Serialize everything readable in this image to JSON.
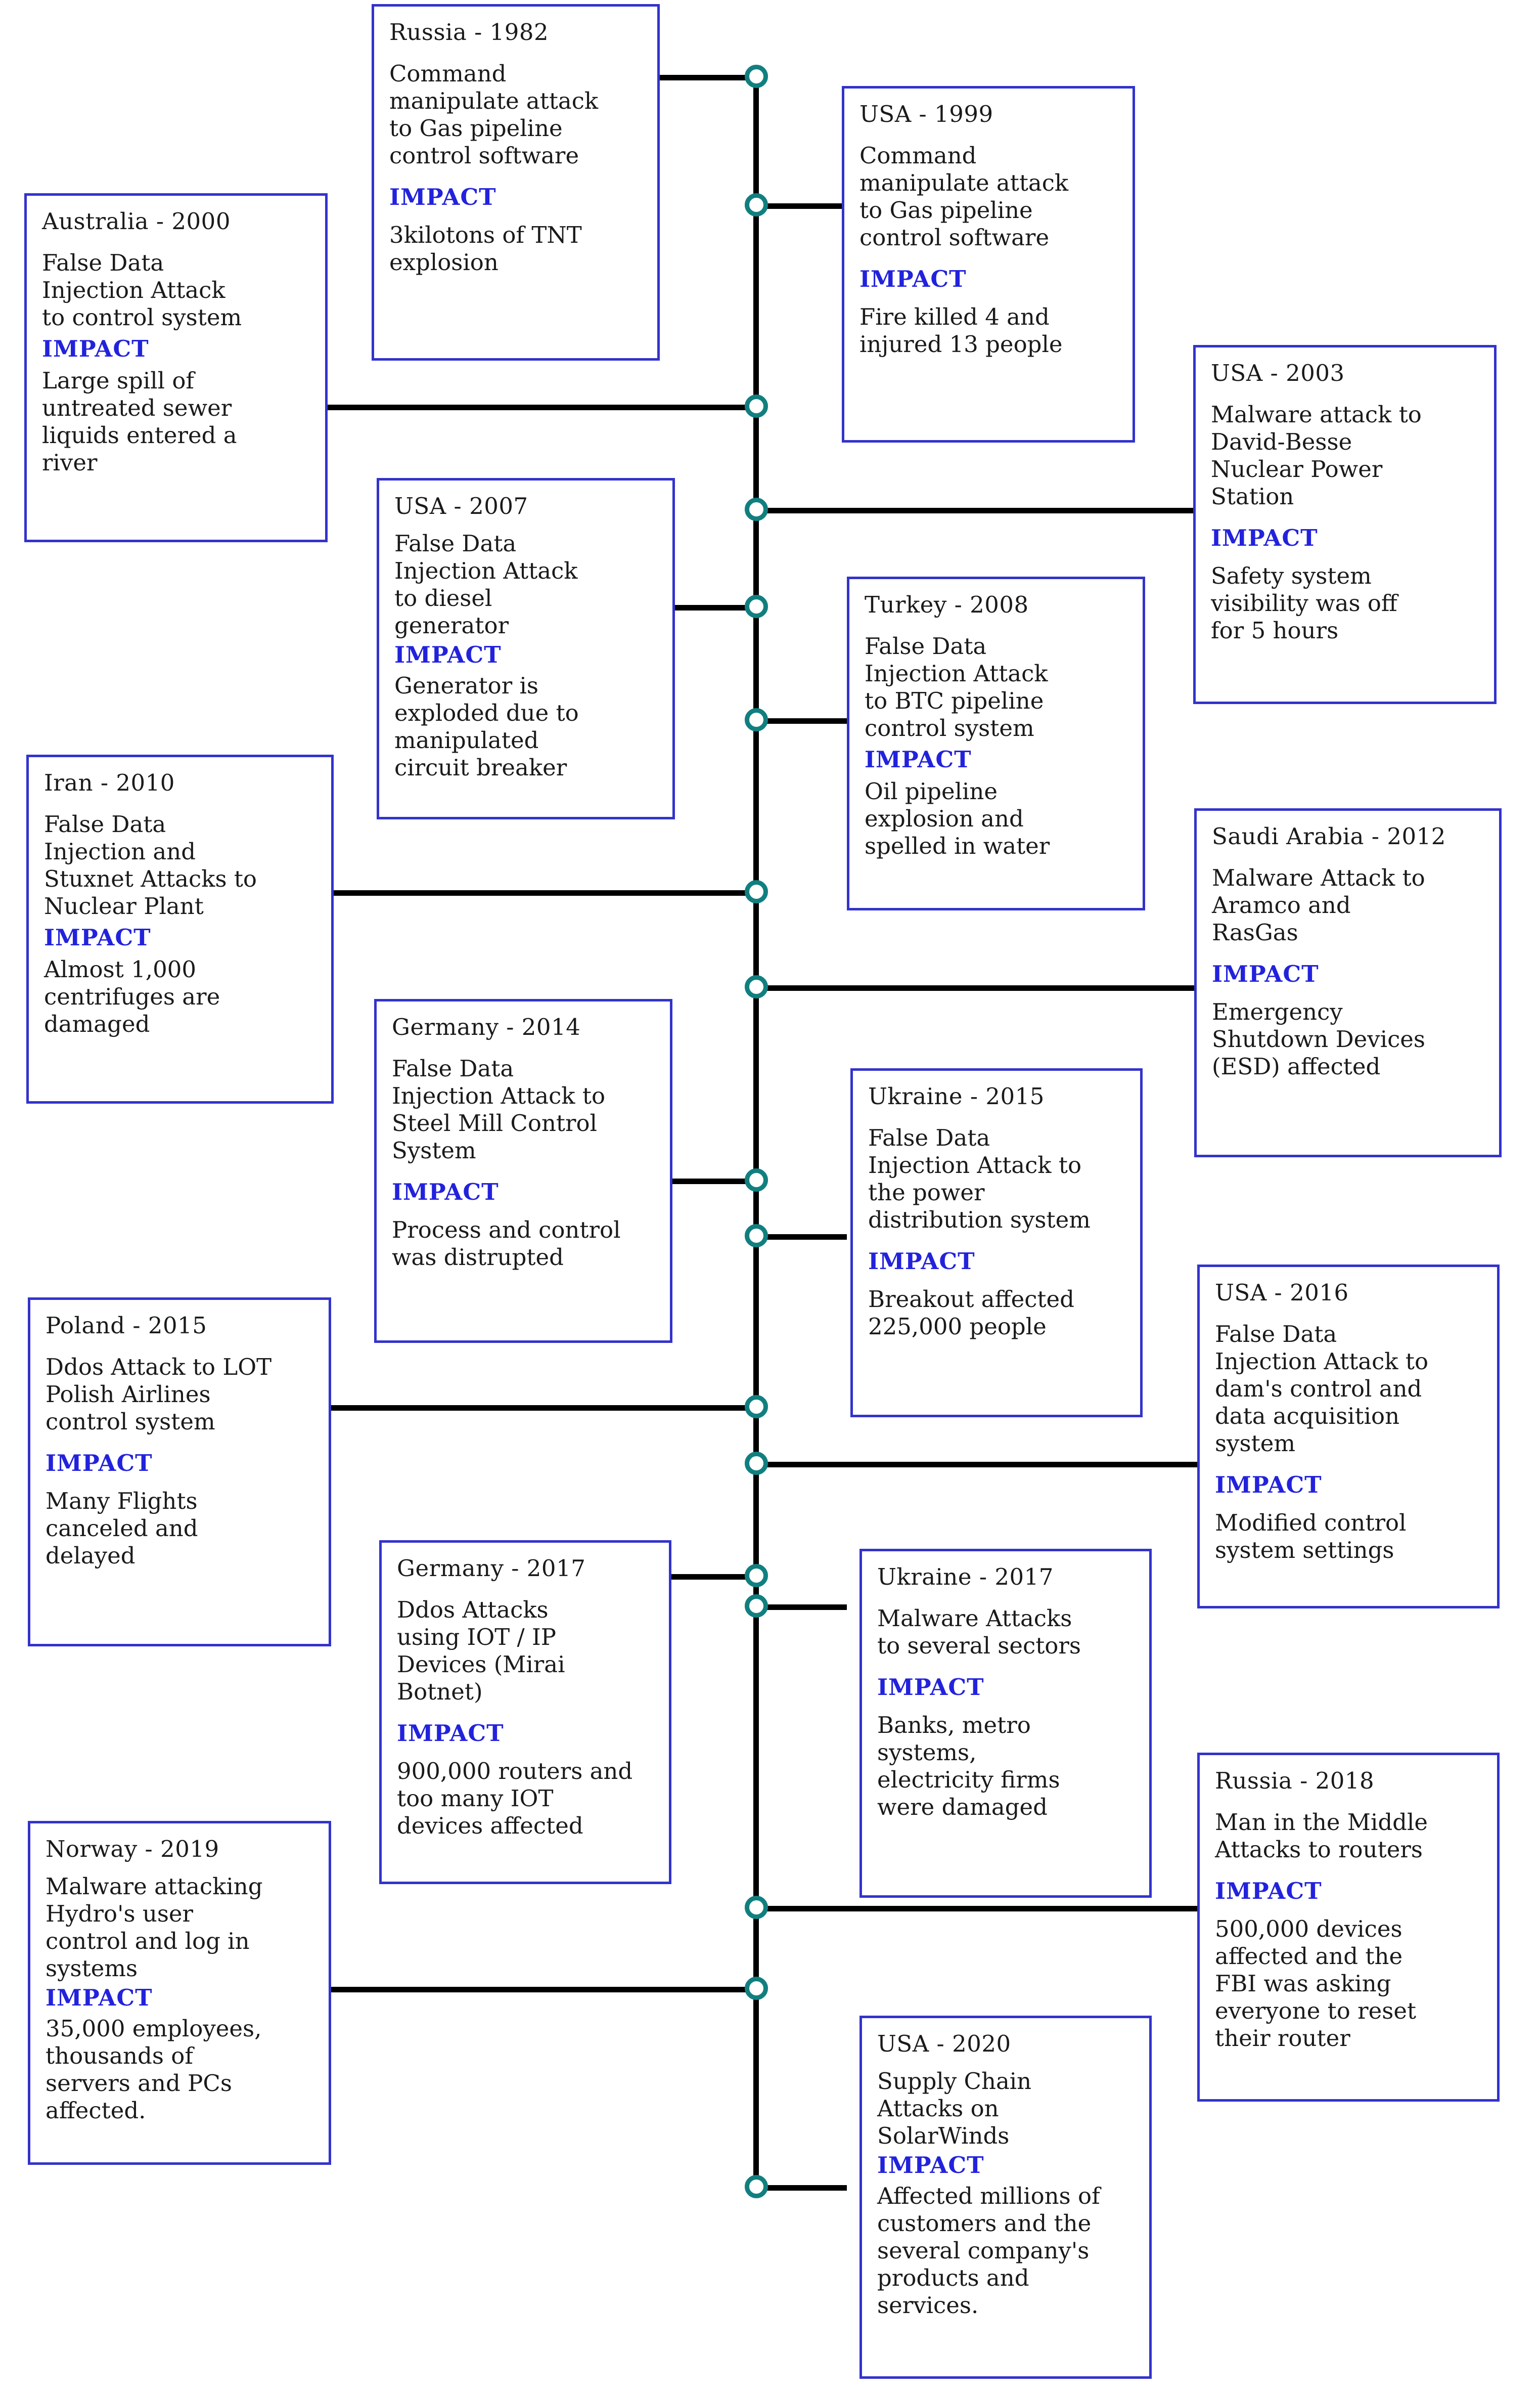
{
  "diagram": {
    "kind": "vertical-timeline",
    "impact_label": "IMPACT",
    "accent_color": "#3333cc",
    "impact_color": "#2222dd",
    "node_color": "#117f7f",
    "spine_color": "#000000"
  },
  "events": [
    {
      "id": "russia-1982",
      "title": "Russia - 1982",
      "description": "Command\nmanipulate attack\nto Gas pipeline\ncontrol software",
      "impact_label": "IMPACT",
      "impact": "3kilotons of TNT\nexplosion"
    },
    {
      "id": "usa-1999",
      "title": "USA - 1999",
      "description": "Command\nmanipulate attack\nto Gas pipeline\ncontrol software",
      "impact_label": "IMPACT",
      "impact": "Fire killed 4 and\ninjured 13 people"
    },
    {
      "id": "australia-2000",
      "title": "Australia - 2000",
      "description": "False Data\nInjection Attack\nto control system",
      "impact_label": "IMPACT",
      "impact": "Large spill of\nuntreated sewer\nliquids entered a\nriver"
    },
    {
      "id": "usa-2003",
      "title": "USA - 2003",
      "description": "Malware attack to\nDavid-Besse\nNuclear Power\nStation",
      "impact_label": "IMPACT",
      "impact": "Safety system\nvisibility was off\nfor 5 hours"
    },
    {
      "id": "usa-2007",
      "title": "USA - 2007",
      "description": "False Data\nInjection Attack\nto diesel\ngenerator",
      "impact_label": "IMPACT",
      "impact": "Generator is\nexploded due to\nmanipulated\ncircuit breaker"
    },
    {
      "id": "turkey-2008",
      "title": "Turkey - 2008",
      "description": "False Data\nInjection Attack\nto BTC pipeline\ncontrol system",
      "impact_label": "IMPACT",
      "impact": "Oil pipeline\nexplosion and\nspelled in water"
    },
    {
      "id": "iran-2010",
      "title": "Iran - 2010",
      "description": "False Data\nInjection and\nStuxnet Attacks to\nNuclear Plant",
      "impact_label": "IMPACT",
      "impact": "Almost 1,000\ncentrifuges are\ndamaged"
    },
    {
      "id": "saudi-arabia-2012",
      "title": "Saudi Arabia - 2012",
      "description": "Malware Attack to\nAramco and\nRasGas",
      "impact_label": "IMPACT",
      "impact": "Emergency\nShutdown Devices\n(ESD) affected"
    },
    {
      "id": "germany-2014",
      "title": "Germany - 2014",
      "description": "False Data\nInjection Attack to\nSteel Mill Control\nSystem",
      "impact_label": "IMPACT",
      "impact": "Process and control\nwas distrupted"
    },
    {
      "id": "ukraine-2015",
      "title": "Ukraine - 2015",
      "description": "False Data\nInjection Attack to\nthe power\ndistribution system",
      "impact_label": "IMPACT",
      "impact": "Breakout affected\n225,000 people"
    },
    {
      "id": "poland-2015",
      "title": "Poland - 2015",
      "description": "Ddos Attack to LOT\nPolish Airlines\ncontrol system",
      "impact_label": "IMPACT",
      "impact": "Many Flights\ncanceled and\ndelayed"
    },
    {
      "id": "usa-2016",
      "title": "USA - 2016",
      "description": "False Data\nInjection Attack to\ndam's control and\ndata acquisition\nsystem",
      "impact_label": "IMPACT",
      "impact": "Modified control\nsystem settings"
    },
    {
      "id": "germany-2017",
      "title": "Germany - 2017",
      "description": "Ddos Attacks\nusing IOT / IP\nDevices (Mirai\nBotnet)",
      "impact_label": "IMPACT",
      "impact": "900,000 routers and\ntoo many IOT\ndevices affected"
    },
    {
      "id": "ukraine-2017",
      "title": "Ukraine - 2017",
      "description": "Malware Attacks\nto several sectors",
      "impact_label": "IMPACT",
      "impact": "Banks, metro\nsystems,\nelectricity firms\nwere damaged"
    },
    {
      "id": "russia-2018",
      "title": "Russia - 2018",
      "description": "Man in the Middle\nAttacks to routers",
      "impact_label": "IMPACT",
      "impact": "500,000 devices\naffected and the\nFBI was asking\neveryone to reset\ntheir router"
    },
    {
      "id": "norway-2019",
      "title": "Norway - 2019",
      "description": "Malware attacking\nHydro's user\ncontrol and log in\nsystems",
      "impact_label": "IMPACT",
      "impact": "35,000 employees,\nthousands of\nservers and PCs\naffected."
    },
    {
      "id": "usa-2020",
      "title": "USA - 2020",
      "description": "Supply Chain\nAttacks on\nSolarWinds",
      "impact_label": "IMPACT",
      "impact": "Affected millions of\ncustomers and the\nseveral company's\nproducts and\nservices."
    }
  ]
}
